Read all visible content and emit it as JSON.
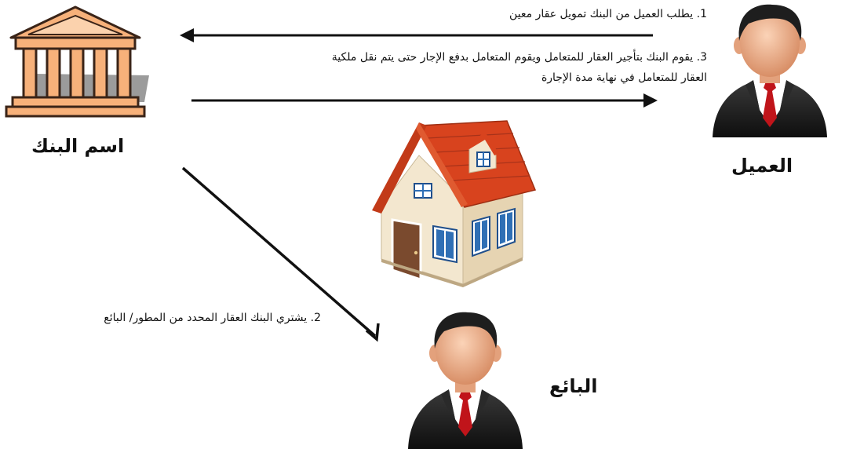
{
  "diagram": {
    "steps": {
      "step1": "1. يطلب العميل من البنك تمويل عقار معين",
      "step2": "2. يشتري البنك العقار المحدد من المطور/ البائع",
      "step3_line1": "3. يقوم البنك بتأجير العقار للمتعامل ويقوم المتعامل بدفع الإجار حتى يتم نقل ملكية",
      "step3_line2": "العقار للمتعامل في نهاية مدة الإجارة"
    },
    "actors": {
      "bank": "اسم البنك",
      "customer": "العميل",
      "seller": "البائع"
    },
    "colors": {
      "bank_fill": "#f7b17a",
      "bank_stroke": "#3a2418",
      "arrow": "#111111",
      "roof": "#d8431e",
      "wall": "#f3e7cf",
      "door": "#7a4a2e",
      "window": "#2f6fb5",
      "suit": "#1c1c1c",
      "tie": "#c0141a",
      "skin": "#f2b48e"
    }
  }
}
